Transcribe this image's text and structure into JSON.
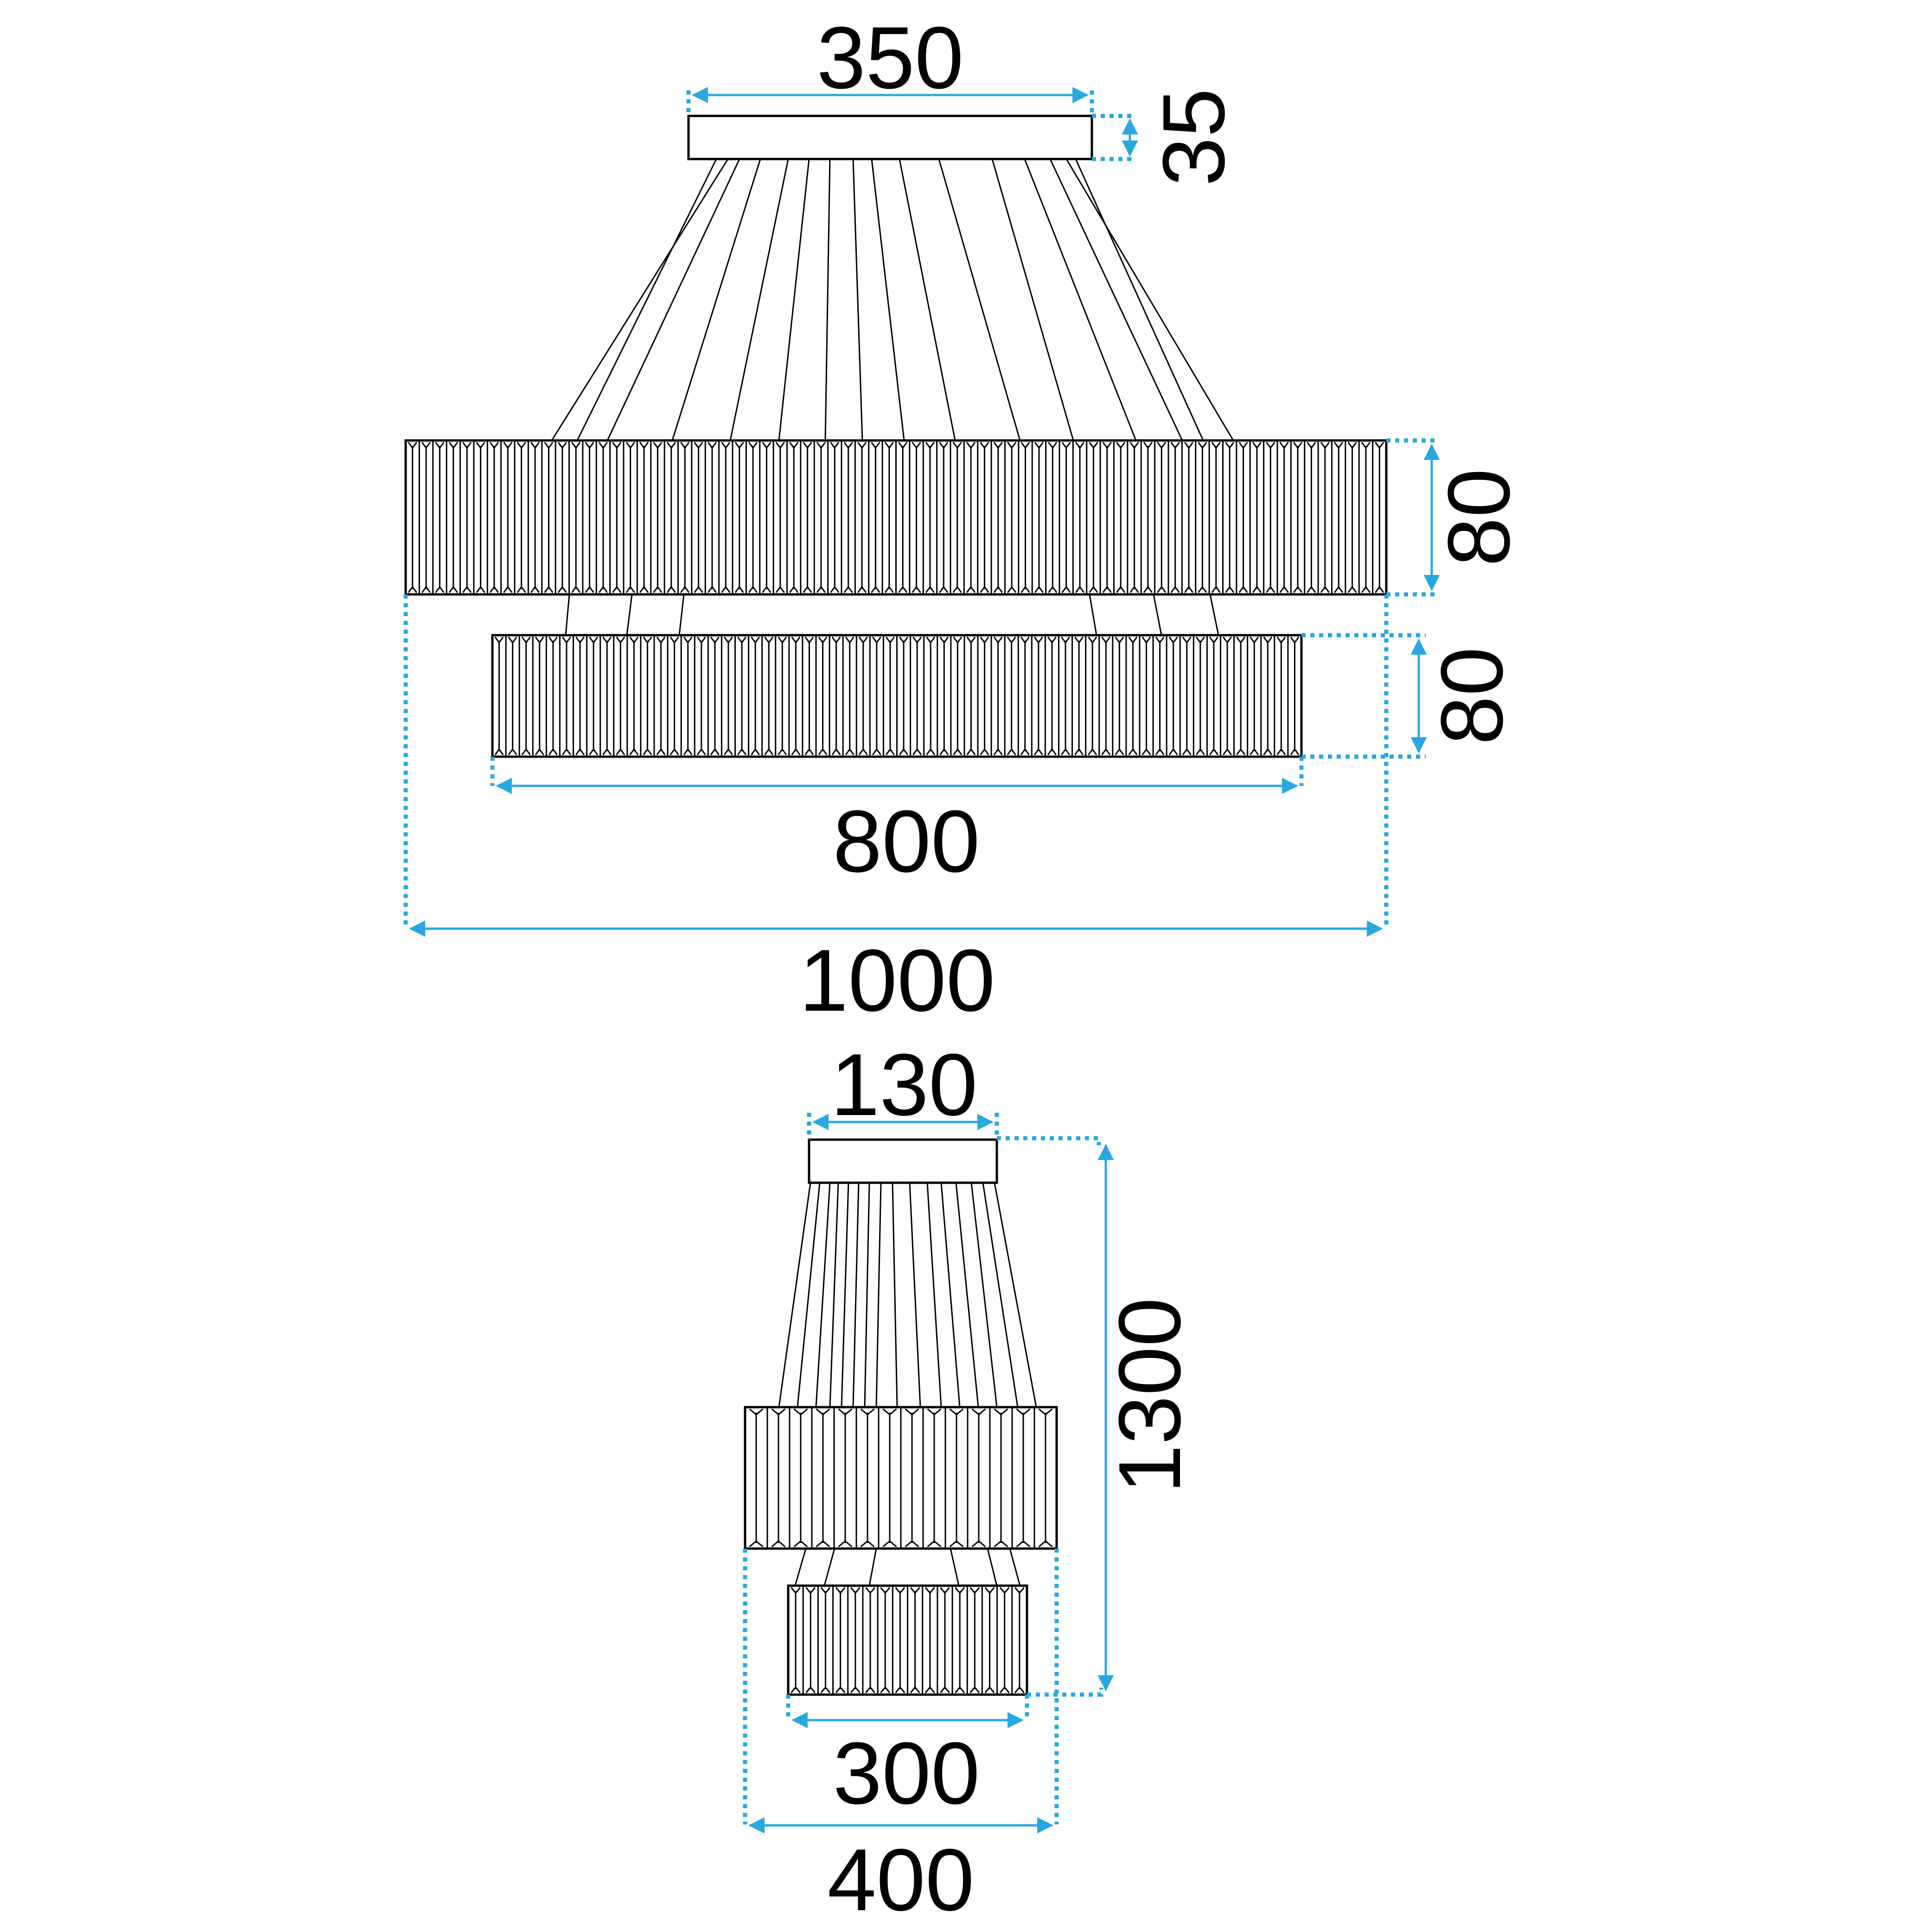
{
  "accent_color": "#29a8e0",
  "line_color": "#000000",
  "top_view": {
    "canopy_width": "350",
    "canopy_height": "35",
    "upper_ring_height": "80",
    "lower_ring_height": "80",
    "lower_ring_diameter": "800",
    "upper_ring_diameter": "1000"
  },
  "side_view": {
    "canopy_width": "130",
    "total_height": "1300",
    "lower_ring_diameter": "300",
    "upper_ring_diameter": "400"
  }
}
